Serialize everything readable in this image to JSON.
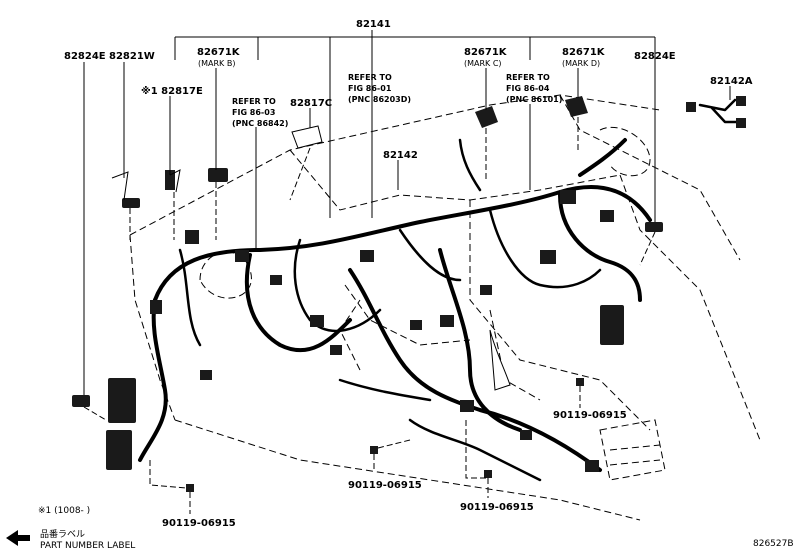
{
  "diagram": {
    "top_part": "82141",
    "labels": {
      "p82824E_left": "82824E",
      "p82821W": "82821W",
      "p82671K_b": "82671K",
      "mark_b": "(MARK B)",
      "p82817E": "※1 82817E",
      "refer_8603_1": "REFER TO",
      "refer_8603_2": "FIG 86-03",
      "refer_8603_3": "(PNC 86842)",
      "p82817C": "82817C",
      "refer_8601_1": "REFER TO",
      "refer_8601_2": "FIG 86-01",
      "refer_8601_3": "(PNC 86203D)",
      "p82142": "82142",
      "p82671K_c": "82671K",
      "mark_c": "(MARK C)",
      "refer_8604_1": "REFER TO",
      "refer_8604_2": "FIG 86-04",
      "refer_8604_3": "(PNC 86101)",
      "p82671K_d": "82671K",
      "mark_d": "(MARK D)",
      "p82824E_right": "82824E",
      "p82142A": "82142A",
      "bolt_1": "90119-06915",
      "bolt_2": "90119-06915",
      "bolt_3": "90119-06915",
      "bolt_4": "90119-06915"
    }
  },
  "footer": {
    "note": "※1 (1008-      )",
    "label_jp": "品番ラベル",
    "label_en": "PART NUMBER LABEL",
    "figure_id": "826527B"
  }
}
